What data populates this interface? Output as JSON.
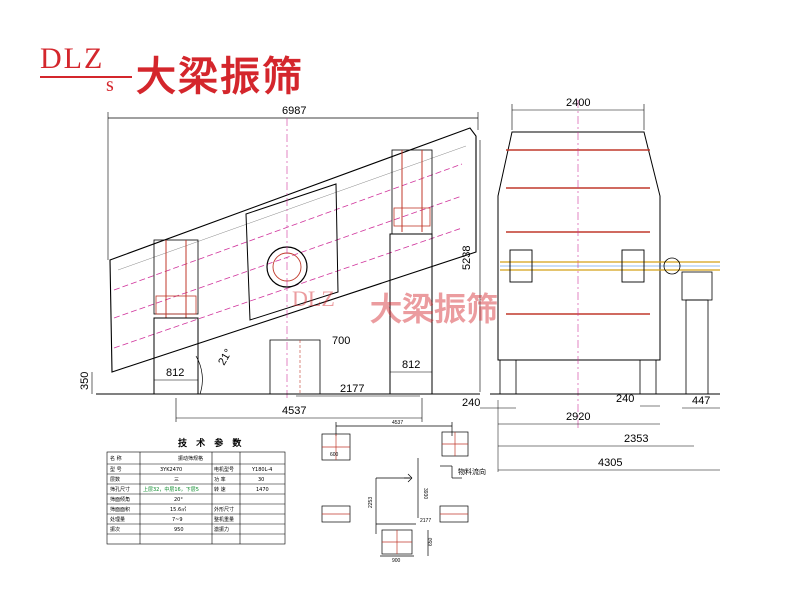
{
  "logo": {
    "dlz": "DLZ",
    "s": "s",
    "brand_cn": "大梁振筛"
  },
  "watermark": {
    "dlz": "DLZ",
    "s": "s",
    "brand_cn": "大梁振筛"
  },
  "dimensions": {
    "side_total_length": "6987",
    "height": "5238",
    "base_height": "350",
    "foot_left": "812",
    "foot_right": "812",
    "pit_width": "700",
    "angle": "21°",
    "span_mid": "2177",
    "span_total": "4537",
    "front_top_width": "2400",
    "front_left_offset": "240",
    "front_right_offset": "240",
    "front_leg_span": "2920",
    "front_drive_span": "2353",
    "front_motor_width": "447",
    "front_overall": "4305"
  },
  "tech_table": {
    "title": "技 术 参 数",
    "rows": [
      [
        "名 称",
        "振动筛规格"
      ],
      [
        "型 号",
        "3YK2470"
      ],
      [
        "层数",
        "三"
      ],
      [
        "筛孔尺寸",
        "上层32，中层16，下层5"
      ],
      [
        "筛面倾角",
        "20°"
      ],
      [
        "筛面面积",
        "15.6㎡"
      ],
      [
        "处理量",
        "7~9"
      ],
      [
        "振次",
        "950"
      ]
    ],
    "right_rows": [
      [
        "电机型号",
        "Y180L-4"
      ],
      [
        "功 率",
        "30"
      ],
      [
        "转 速",
        "1470"
      ],
      [
        "外形尺寸",
        ""
      ],
      [
        "整机重量",
        ""
      ],
      [
        "激振力",
        ""
      ]
    ]
  },
  "foundation": {
    "top_span": "4537",
    "side_a": "3930",
    "side_b": "2253",
    "bottom_a": "2177",
    "bottom_b": "900",
    "pad_a": "600",
    "pad_b": "650",
    "material_direction": "物料流向"
  }
}
